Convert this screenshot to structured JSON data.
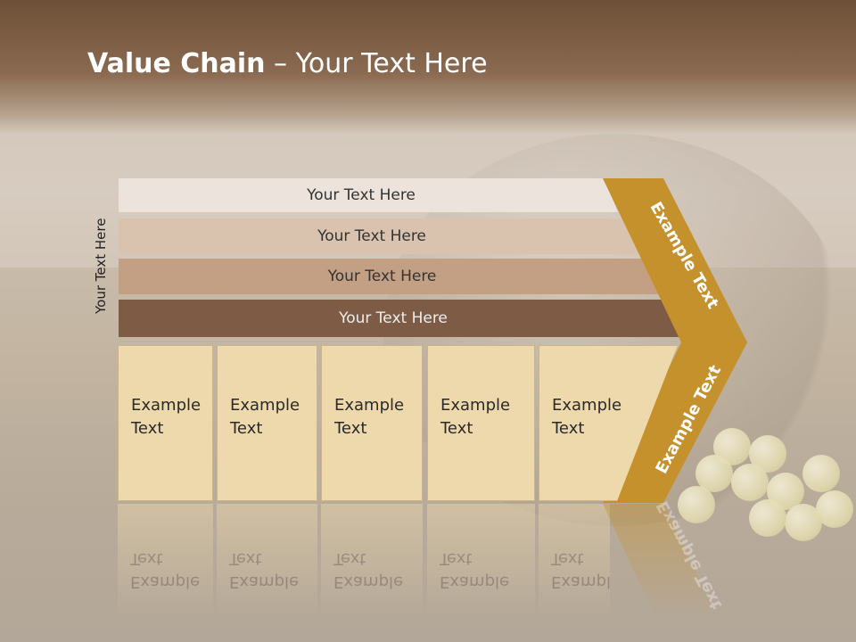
{
  "slide": {
    "title_bold": "Value Chain",
    "title_rest": " – Your Text Here",
    "side_label": "Your Text Here"
  },
  "bars": [
    {
      "label": "Your Text Here",
      "color": "#ece4dc"
    },
    {
      "label": "Your Text Here",
      "color": "#d9c2ae"
    },
    {
      "label": "Your Text Here",
      "color": "#c39f84"
    },
    {
      "label": "Your Text Here",
      "color": "#7d5b45"
    }
  ],
  "chevron": {
    "top_text": "Example Text",
    "bottom_text": "Example Text",
    "color": "#c4912d"
  },
  "columns": [
    {
      "line1": "Example",
      "line2": "Text"
    },
    {
      "line1": "Example",
      "line2": "Text"
    },
    {
      "line1": "Example",
      "line2": "Text"
    },
    {
      "line1": "Example",
      "line2": "Text"
    },
    {
      "line1": "Example",
      "line2": "Text"
    }
  ],
  "colors": {
    "header": "#6e5038",
    "column_fill": "#eed9ad"
  }
}
